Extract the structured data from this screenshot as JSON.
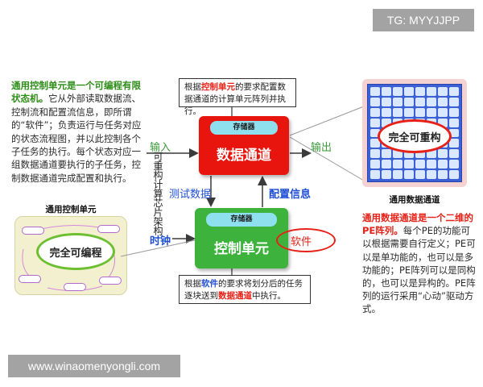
{
  "watermark_top": "TG: MYYJJPP",
  "watermark_bottom": "www.winaomenyongli.com",
  "left_description": {
    "highlight": "通用控制单元是一个可编程有限状态机。",
    "body": "它从外部读取数据流、控制流和配置流信息，即所谓的“软件”；负责运行与任务对应的状态流程图，并以此控制各个子任务的执行。每个状态对应一组数据通道要执行的子任务，控制数据通道完成配置和执行。"
  },
  "control_unit_panel": {
    "caption": "通用控制单元",
    "ellipse_label": "完全可编程"
  },
  "callout_top": {
    "pre": "根据",
    "keyword": "控制单元",
    "post": "的要求配置数据通道的计算单元阵列并执行。"
  },
  "callout_bottom": {
    "pre": "根据",
    "keyword1": "软件",
    "mid": "的要求将划分后的任务逐块送到",
    "keyword2": "数据通道",
    "post": "中执行。"
  },
  "datapath_box": {
    "memory_label": "存储器",
    "title": "数据通道"
  },
  "control_box": {
    "memory_label": "存储器",
    "title": "控制单元"
  },
  "labels": {
    "input": "输入",
    "output": "输出",
    "clock": "时钟",
    "test_data": "测试数据",
    "config_info": "配置信息",
    "software": "软件",
    "vertical": "可重构计算芯片架构"
  },
  "pe_panel": {
    "ellipse_label": "完全可重构",
    "caption": "通用数据通道"
  },
  "right_description": {
    "highlight": "通用数据通道是一个二维的PE阵列。",
    "body": "每个PE的功能可以根据需要自行定义；PE可以是单功能的，也可以是多功能的；PE阵列可以是同构的，也可以是异构的。PE阵列的运行采用“心动”驱动方式。"
  },
  "colors": {
    "datapath_red": "#e8150f",
    "control_green": "#3db33d",
    "memory_cyan": "#8fe0ef",
    "accent_blue": "#1f4fd6",
    "accent_red": "#e62117",
    "highlight_green": "#2f8e1a"
  }
}
